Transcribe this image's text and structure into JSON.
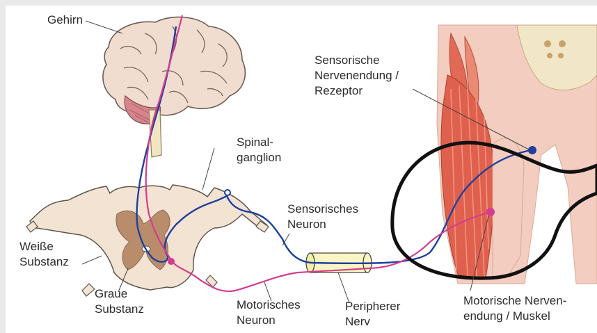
{
  "labels": {
    "gehirn": "Gehirn",
    "spinalganglion": [
      "Spinal-",
      "ganglion"
    ],
    "weisse_substanz": [
      "Weiße",
      "Substanz"
    ],
    "graue_substanz": [
      "Graue",
      "Substanz"
    ],
    "sensorisches_neuron": [
      "Sensorisches",
      "Neuron"
    ],
    "motorisches_neuron": [
      "Motorisches",
      "Neuron"
    ],
    "peripherer_nerv": [
      "Peripherer",
      "Nerv"
    ],
    "sensorische_nervenendung": [
      "Sensorische",
      "Nervenendung /",
      "Rezeptor"
    ],
    "motorische_nervenendung": [
      "Motorische Nerven-",
      "endung / Muskel"
    ]
  },
  "colors": {
    "sensory": "#1f3f9e",
    "motor": "#d63c8e",
    "muscle": "#e06a55",
    "skin": "#f3cdbf",
    "cord": "#f3e3d3",
    "gray_matter": "#b98c6b",
    "brain": "#f1ddd0"
  }
}
